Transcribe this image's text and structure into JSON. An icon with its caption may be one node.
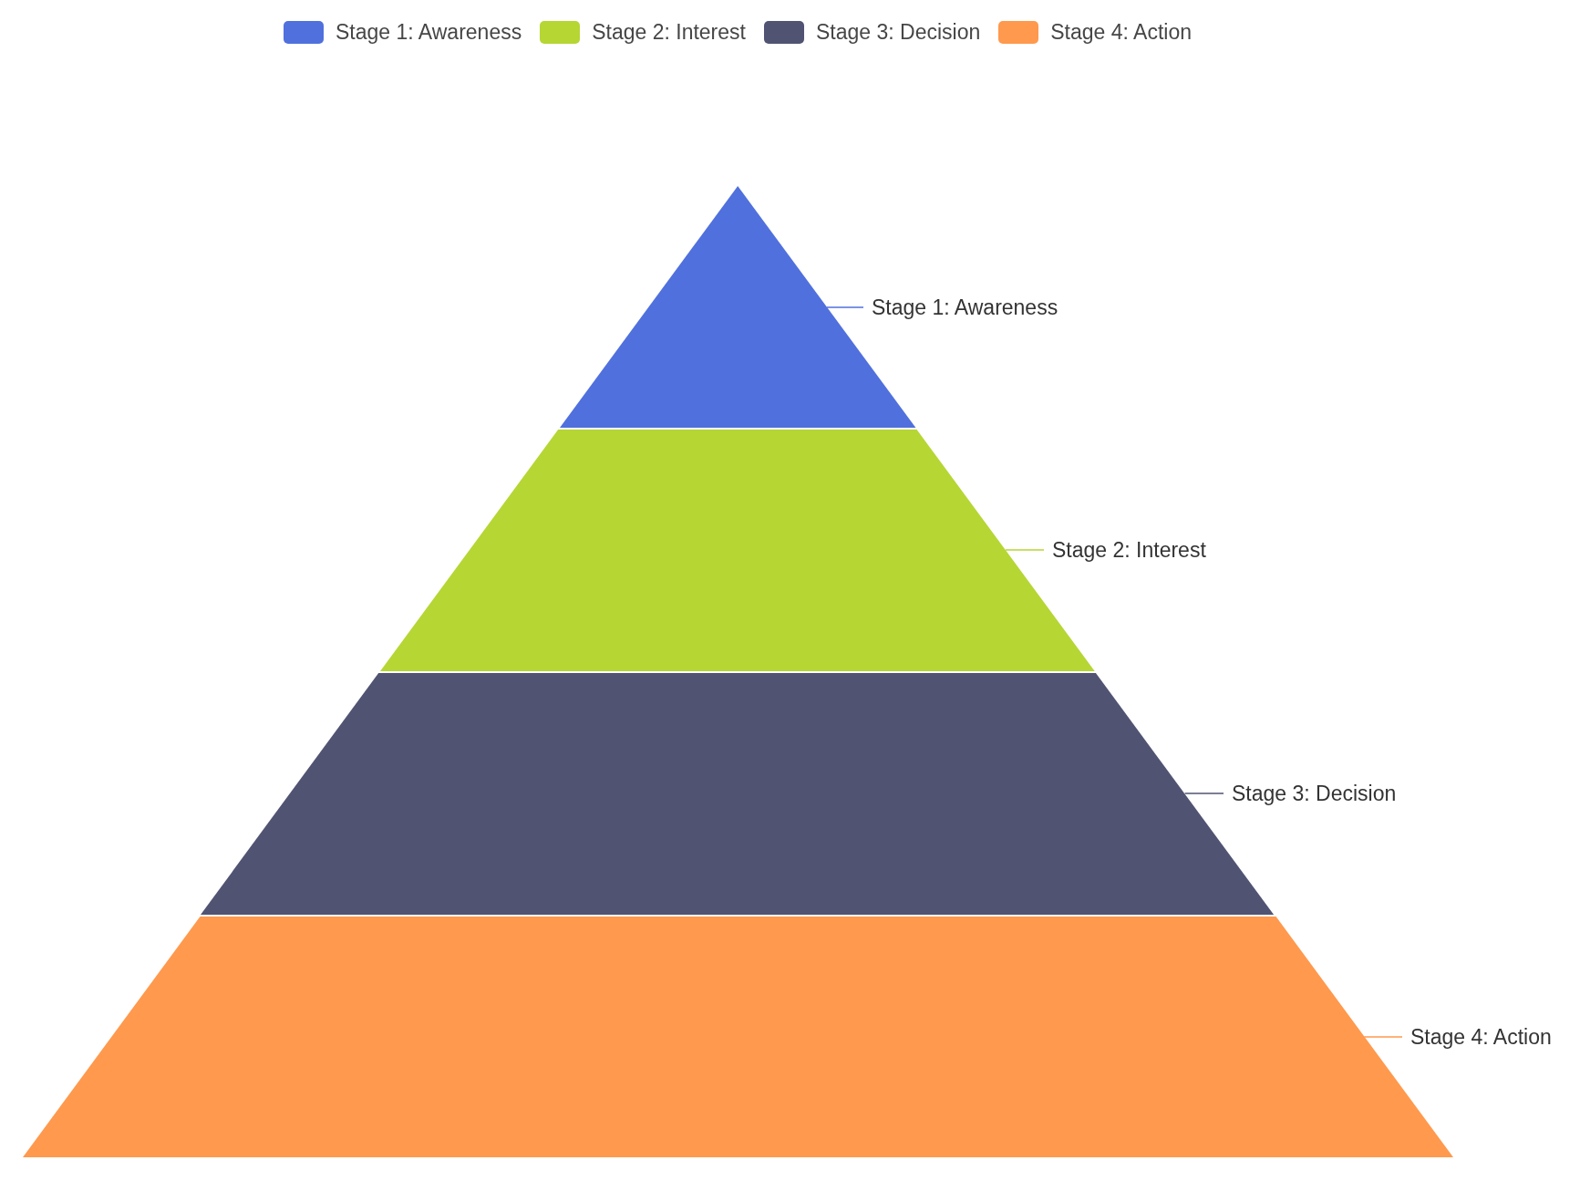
{
  "diagram": {
    "nodes": [
      {
        "text": [],
        "shape": "triangle"
      },
      {
        "text": [
          "Stage 1: Awareness"
        ]
      },
      {
        "text": [],
        "shape": "trapezoid"
      },
      {
        "text": [
          "Stage 2: Interest"
        ]
      },
      {
        "text": [],
        "shape": "trapezoid"
      },
      {
        "text": [
          "Stage 3: Decision"
        ]
      },
      {
        "text": [],
        "shape": "trapezoid"
      },
      {
        "text": [
          "Stage 4: Action"
        ]
      }
    ],
    "edges": [
      {
        "from": 1,
        "to": 0,
        "arrow": "none",
        "color": "#5070dd"
      },
      {
        "from": 3,
        "to": 2,
        "arrow": "none",
        "color": "#b6d634"
      },
      {
        "from": 5,
        "to": 4,
        "arrow": "none",
        "color": "#505372"
      },
      {
        "from": 7,
        "to": 6,
        "arrow": "none",
        "color": "#ff994d"
      }
    ],
    "legend": [
      {
        "text": "Stage 1: Awareness",
        "color": "#5070dd"
      },
      {
        "text": "Stage 2: Interest",
        "color": "#b6d634"
      },
      {
        "text": "Stage 3: Decision",
        "color": "#505372"
      },
      {
        "text": "Stage 4: Action",
        "color": "#ff994d"
      }
    ]
  }
}
